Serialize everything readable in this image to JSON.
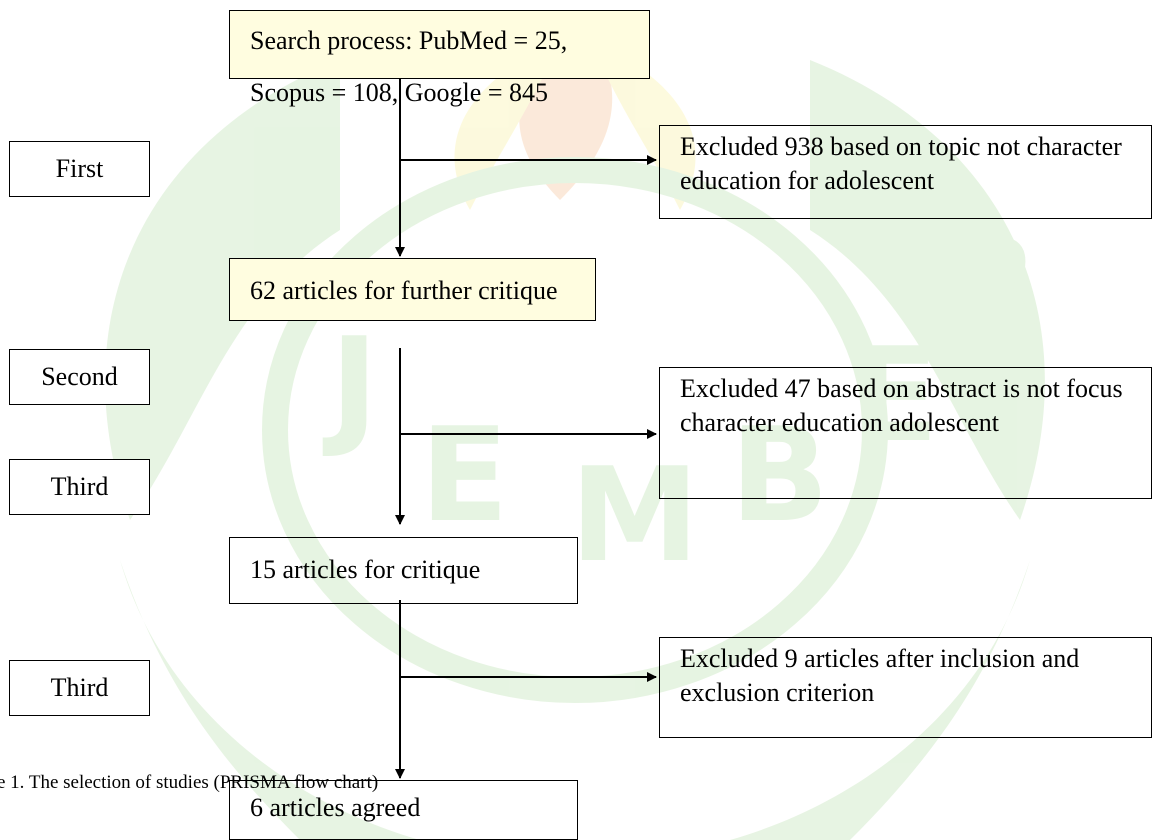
{
  "flow": {
    "search": "Search process: PubMed = 25, Scopus = 108, Google = 845",
    "exclude1": "Excluded 938 based on topic not character education for adolescent",
    "further": "62 articles for further critique",
    "exclude2": "Excluded 47 based on abstract is not focus character education adolescent",
    "critique": "15 articles for critique",
    "exclude3": "Excluded 9 articles after inclusion and exclusion criterion",
    "agreed": "6 articles agreed"
  },
  "stages": {
    "first": "First",
    "second": "Second",
    "third_a": "Third",
    "third_b": "Third"
  },
  "caption": "e 1. The selection of studies (PRISMA flow chart)",
  "colors": {
    "watermark_green": "#7cc462",
    "watermark_yellow": "#f4e24a",
    "watermark_orange": "#ec8c3a",
    "box_fill_yellow": "#fffde0"
  }
}
